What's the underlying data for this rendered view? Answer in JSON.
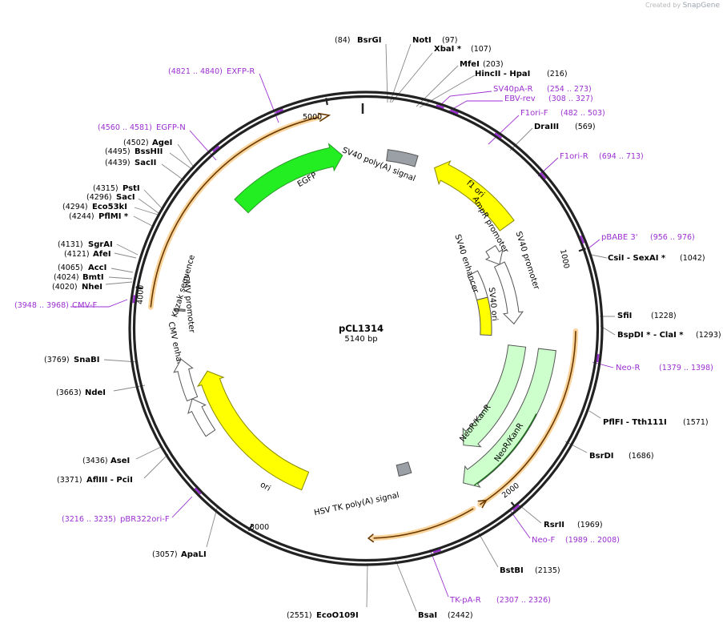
{
  "credit": {
    "prefix": "Created by",
    "brand": "SnapGene"
  },
  "plasmid": {
    "name": "pCL1314",
    "size_label": "5140 bp",
    "length": 5140
  },
  "ticks": [
    "1000",
    "2000",
    "3000",
    "4000",
    "5000"
  ],
  "colors": {
    "primer": "#9b30d0",
    "orf_orange": "#f4b04a",
    "ori_yellow": "#ffff00",
    "egfp_green": "#22ee22",
    "neo_green": "#ccffcc",
    "polyA_gray": "#9aa0a6"
  },
  "sites": [
    {
      "name": "BsrGI",
      "pos": "(84)"
    },
    {
      "name": "NotI",
      "pos": "(97)"
    },
    {
      "name": "XbaI *",
      "pos": "(107)"
    },
    {
      "name": "MfeI",
      "pos": "(203)"
    },
    {
      "name": "HincII - HpaI",
      "pos": "(216)"
    },
    {
      "name": "DraIII",
      "pos": "(569)"
    },
    {
      "name": "CsiI - SexAI *",
      "pos": "(1042)"
    },
    {
      "name": "SfiI",
      "pos": "(1228)"
    },
    {
      "name": "BspDI * - ClaI *",
      "pos": "(1293)"
    },
    {
      "name": "PflFI - Tth111I",
      "pos": "(1571)"
    },
    {
      "name": "BsrDI",
      "pos": "(1686)"
    },
    {
      "name": "RsrII",
      "pos": "(1969)"
    },
    {
      "name": "BstBI",
      "pos": "(2135)"
    },
    {
      "name": "BsaI",
      "pos": "(2442)"
    },
    {
      "name": "EcoO109I",
      "pos": "(2551)"
    },
    {
      "name": "ApaLI",
      "pos": "(3057)"
    },
    {
      "name": "AflIII - PciI",
      "pos": "(3371)"
    },
    {
      "name": "AseI",
      "pos": "(3436)"
    },
    {
      "name": "NdeI",
      "pos": "(3663)"
    },
    {
      "name": "SnaBI",
      "pos": "(3769)"
    },
    {
      "name": "NheI",
      "pos": "(4020)"
    },
    {
      "name": "BmtI",
      "pos": "(4024)"
    },
    {
      "name": "AccI",
      "pos": "(4065)"
    },
    {
      "name": "AfeI",
      "pos": "(4121)"
    },
    {
      "name": "SgrAI",
      "pos": "(4131)"
    },
    {
      "name": "PflMI *",
      "pos": "(4244)"
    },
    {
      "name": "Eco53kI",
      "pos": "(4294)"
    },
    {
      "name": "SacI",
      "pos": "(4296)"
    },
    {
      "name": "PstI",
      "pos": "(4315)"
    },
    {
      "name": "SacII",
      "pos": "(4439)"
    },
    {
      "name": "BssHII",
      "pos": "(4495)"
    },
    {
      "name": "AgeI",
      "pos": "(4502)"
    }
  ],
  "primers": [
    {
      "name": "SV40pA-R",
      "pos": "(254 .. 273)"
    },
    {
      "name": "EBV-rev",
      "pos": "(308 .. 327)"
    },
    {
      "name": "F1ori-F",
      "pos": "(482 .. 503)"
    },
    {
      "name": "F1ori-R",
      "pos": "(694 .. 713)"
    },
    {
      "name": "pBABE 3'",
      "pos": "(956 .. 976)"
    },
    {
      "name": "Neo-R",
      "pos": "(1379 .. 1398)"
    },
    {
      "name": "Neo-F",
      "pos": "(1989 .. 2008)"
    },
    {
      "name": "TK-pA-R",
      "pos": "(2307 .. 2326)"
    },
    {
      "name": "pBR322ori-F",
      "pos": "(3216 .. 3235)"
    },
    {
      "name": "CMV-F",
      "pos": "(3948 .. 3968)"
    },
    {
      "name": "EGFP-N",
      "pos": "(4560 .. 4581)"
    },
    {
      "name": "EXFP-R",
      "pos": "(4821 .. 4840)"
    }
  ],
  "features": [
    {
      "name": "EGFP"
    },
    {
      "name": "SV40 poly(A) signal"
    },
    {
      "name": "f1 ori"
    },
    {
      "name": "AmpR promoter"
    },
    {
      "name": "SV40 promoter"
    },
    {
      "name": "SV40 enhancer"
    },
    {
      "name": "SV40 ori"
    },
    {
      "name": "NeoR/KanR"
    },
    {
      "name": "NeoR/KanR"
    },
    {
      "name": "HSV TK poly(A) signal"
    },
    {
      "name": "ori"
    },
    {
      "name": "CMV enhancer"
    },
    {
      "name": "CMV promoter"
    },
    {
      "name": "Kozak sequence"
    }
  ]
}
